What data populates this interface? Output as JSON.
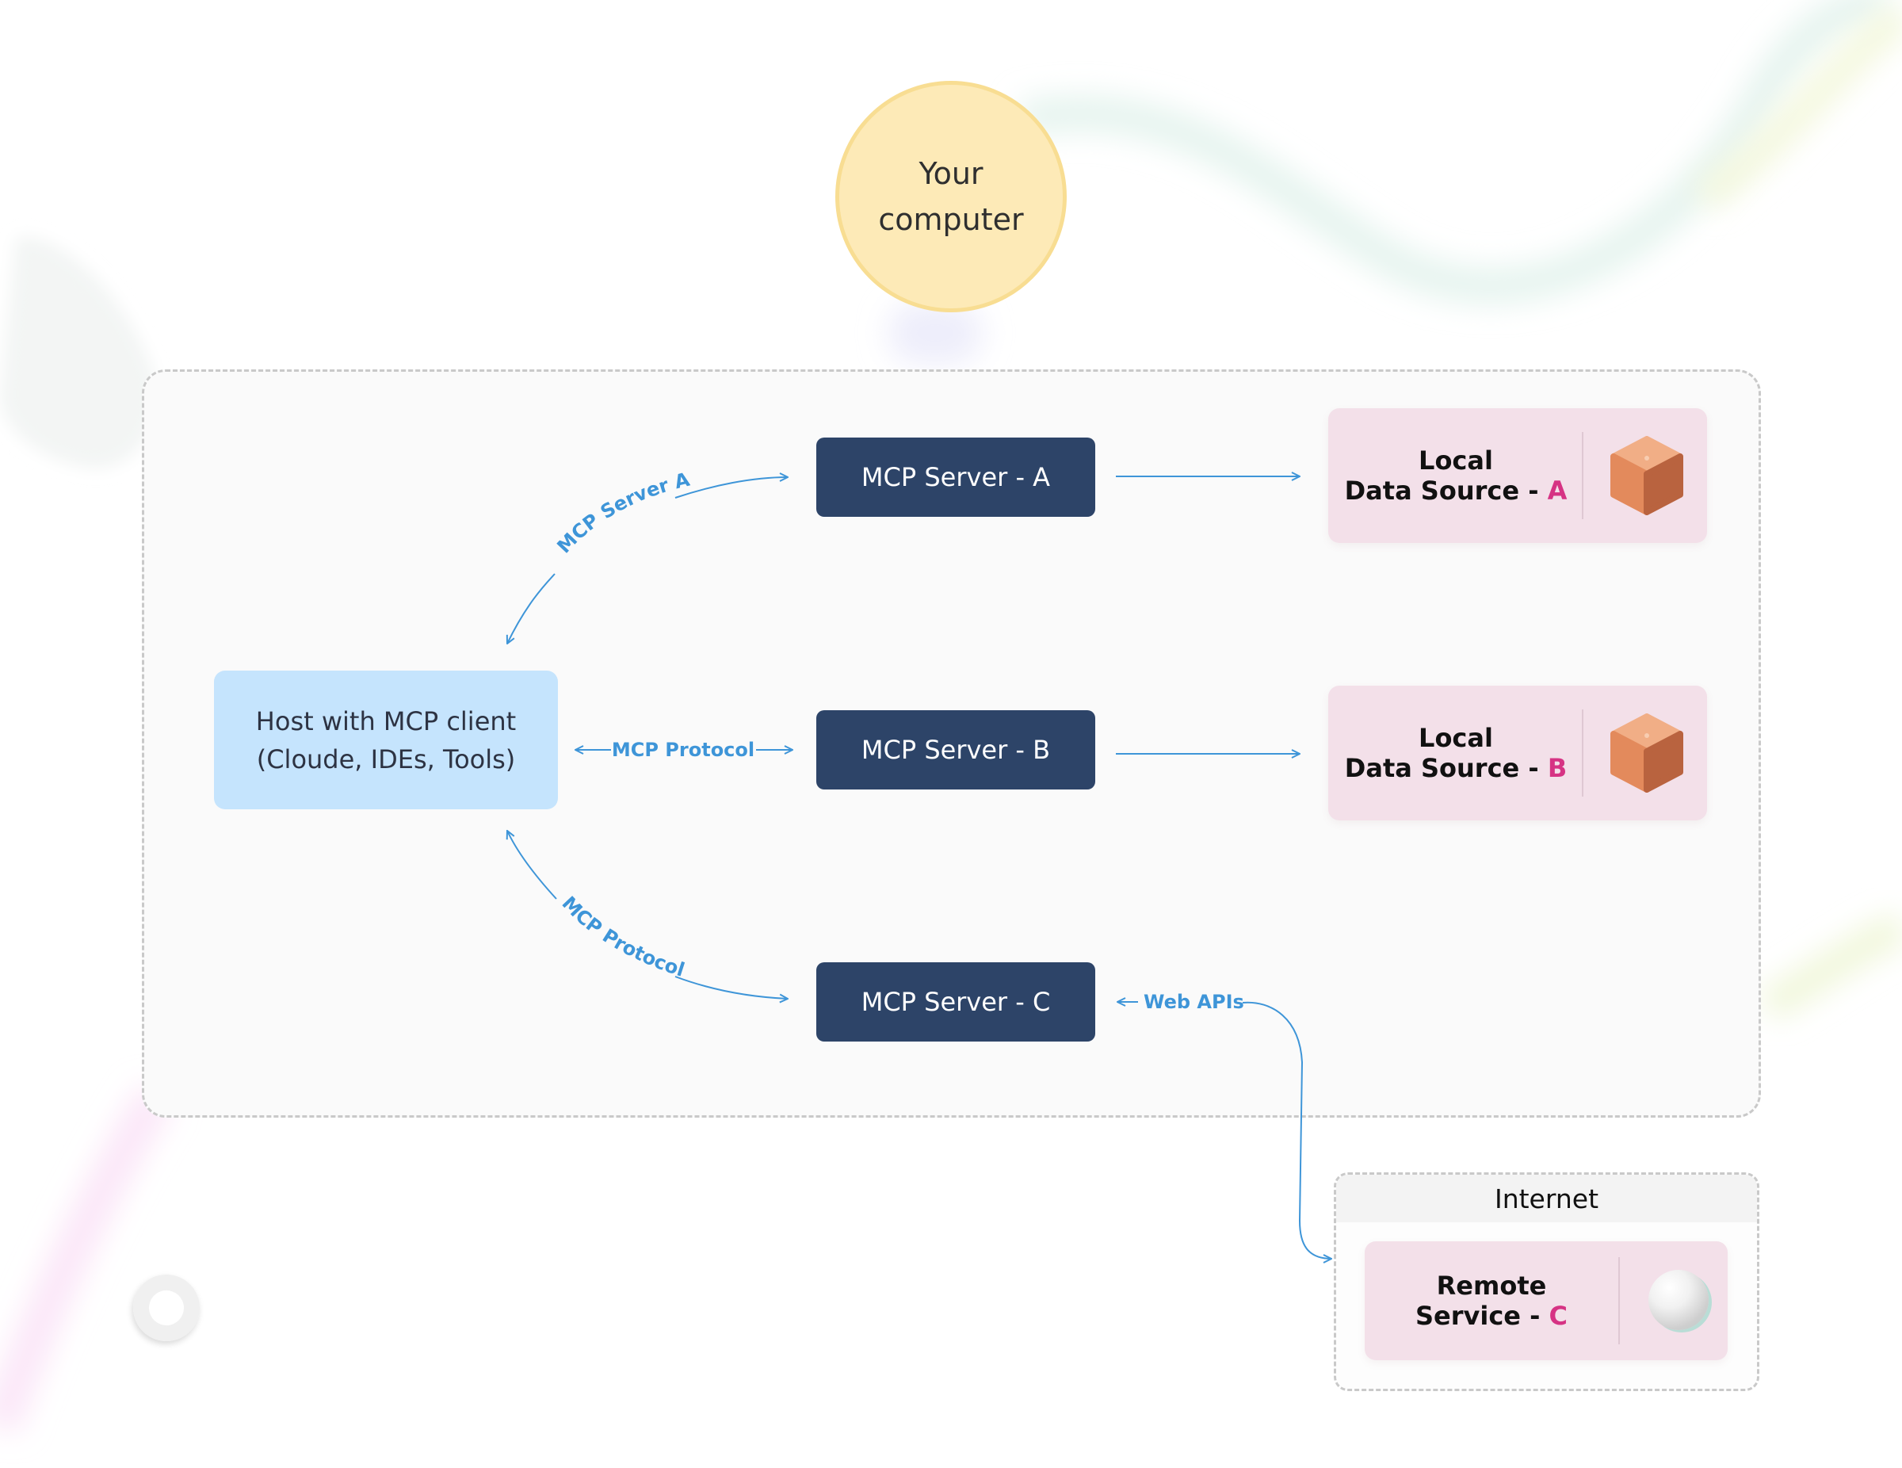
{
  "computer": {
    "line1": "Your",
    "line2": "computer"
  },
  "host": {
    "line1": "Host with MCP client",
    "line2": "(Cloude, IDEs, Tools)"
  },
  "servers": [
    {
      "label": "MCP Server - A"
    },
    {
      "label": "MCP Server - B"
    },
    {
      "label": "MCP Server - C"
    }
  ],
  "data_sources": [
    {
      "line1": "Local",
      "line2_prefix": "Data Source - ",
      "letter": "A"
    },
    {
      "line1": "Local",
      "line2_prefix": "Data Source - ",
      "letter": "B"
    }
  ],
  "internet": {
    "title": "Internet",
    "remote": {
      "line1": "Remote",
      "line2_prefix": "Service - ",
      "letter": "C"
    }
  },
  "connections": {
    "host_to_a": "MCP Server A",
    "host_to_b": "MCP Protocol",
    "host_to_c": "MCP Protocol",
    "c_to_remote": "Web APIs"
  },
  "colors": {
    "server_box": "#2d4468",
    "host_box": "#c5e4fd",
    "source_card": "#f3e0e9",
    "accent_letter": "#d63384",
    "connector": "#3e95d8",
    "computer_circle": "#fdeab7"
  }
}
